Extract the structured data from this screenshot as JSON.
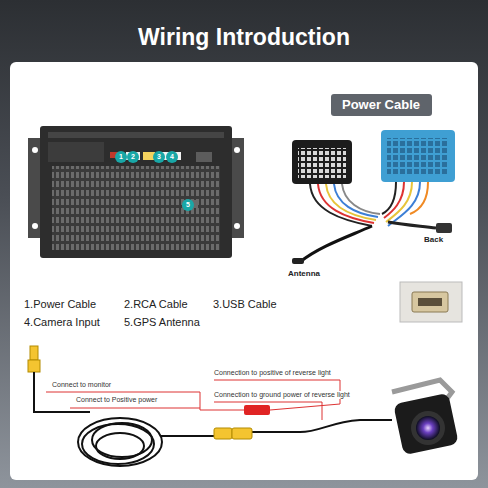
{
  "diagram": {
    "title": "Wiring Introduction",
    "nodes": [
      {
        "text": [
          "Power Cable"
        ]
      },
      {
        "text": [
          "1"
        ]
      },
      {
        "text": [
          "2"
        ]
      },
      {
        "text": [
          "3"
        ]
      },
      {
        "text": [
          "4"
        ]
      },
      {
        "text": [
          "5"
        ]
      }
    ],
    "labels": [
      "1.Power Cable",
      "2.RCA Cable",
      "3.USB Cable",
      "4.Camera Input",
      "5.GPS Antenna",
      "Antenna",
      "Back",
      "Connect to monitor",
      "Connect to Positive power",
      "Connection to positive of reverse light",
      "Connection to ground power of reverse light"
    ]
  }
}
